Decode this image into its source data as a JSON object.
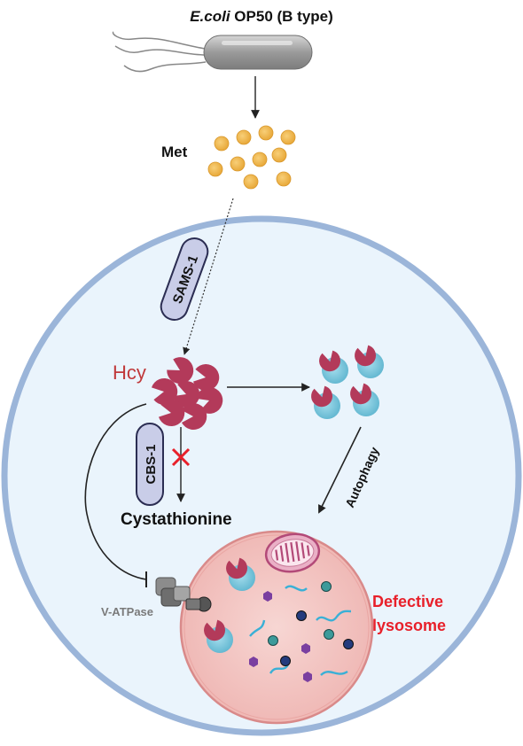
{
  "title": {
    "species": "E.coli",
    "strain": " OP50 (B type)"
  },
  "labels": {
    "met": "Met",
    "sams1": "SAMS-1",
    "hcy": "Hcy",
    "cbs1": "CBS-1",
    "cystathionine": "Cystathionine",
    "autophagy": "Autophagy",
    "vatpase": "V-ATPase",
    "defective_line1": "Defective",
    "defective_line2": "lysosome"
  },
  "colors": {
    "cell_fill": "#eaf4fc",
    "cell_border": "#9bb5d9",
    "hcy_text": "#c0393b",
    "hcy_shape": "#b33a5a",
    "met_ball": "#f2b84b",
    "protein_blue": "#7cc9df",
    "lysosome_fill": "#f3c7c4",
    "lysosome_border": "#d98a8a",
    "defective_text": "#e8202a",
    "block_x": "#e8202a",
    "enzyme_fill": "#c9cde8",
    "enzyme_border": "#2b2d52"
  },
  "icons": [
    "bacterium-icon",
    "mitochondrion-icon",
    "v-atpase-icon",
    "inhibition-block-icon"
  ]
}
